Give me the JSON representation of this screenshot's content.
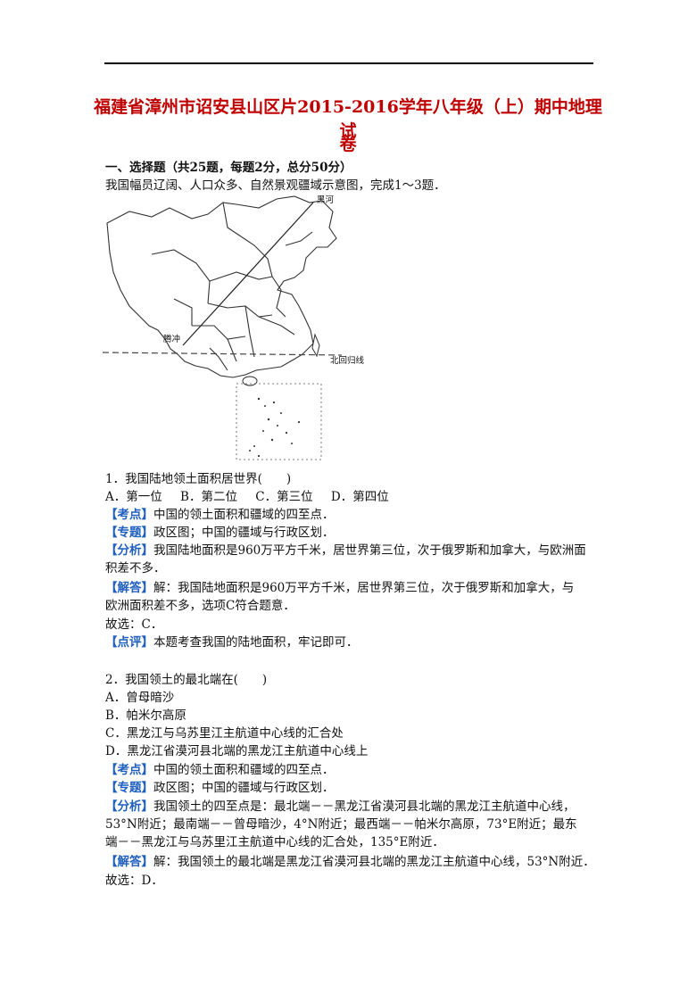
{
  "title": {
    "line1": "福建省漳州市诏安县山区片2015-2016学年八年级（上）期中地理试",
    "line2": "卷"
  },
  "section": "一、选择题（共25题，每题2分，总分50分）",
  "intro": "我国幅员辽阔、人口众多、自然景观疆域示意图，完成1～3题．",
  "map": {
    "label_heihe": "黑河",
    "label_tengchong": "腾冲",
    "label_tropic": "北回归线"
  },
  "q1": {
    "stem": "1．我国陆地领土面积居世界(　　)",
    "options": [
      "A．第一位",
      "B．第二位",
      "C．第三位",
      "D．第四位"
    ],
    "kaodian_tag": "【考点】",
    "kaodian": "中国的领土面积和疆域的四至点．",
    "zhuanti_tag": "【专题】",
    "zhuanti": "政区图；中国的疆域与行政区划．",
    "fenxi_tag": "【分析】",
    "fenxi_1": "我国陆地面积是960万平方千米，居世界第三位，次于俄罗斯和加拿大，与欧洲面",
    "fenxi_2": "积差不多．",
    "jieda_tag": "【解答】",
    "jieda_1": "解：我国陆地面积是960万平方千米，居世界第三位，次于俄罗斯和加拿大，与",
    "jieda_2": "欧洲面积差不多，选项C符合题意．",
    "answer": "故选：C．",
    "dianping_tag": "【点评】",
    "dianping": "本题考查我国的陆地面积，牢记即可．"
  },
  "q2": {
    "stem": "2．我国领土的最北端在(　　)",
    "opt_a": "A．曾母暗沙",
    "opt_b": "B．帕米尔高原",
    "opt_c": "C．黑龙江与乌苏里江主航道中心线的汇合处",
    "opt_d": "D．黑龙江省漠河县北端的黑龙江主航道中心线上",
    "kaodian_tag": "【考点】",
    "kaodian": "中国的领土面积和疆域的四至点．",
    "zhuanti_tag": "【专题】",
    "zhuanti": "政区图；中国的疆域与行政区划．",
    "fenxi_tag": "【分析】",
    "fenxi_1": "我国领土的四至点是：最北端－－黑龙江省漠河县北端的黑龙江主航道中心线，",
    "fenxi_2": "53°N附近；最南端－－曾母暗沙，4°N附近；最西端－－帕米尔高原，73°E附近；最东",
    "fenxi_3": "端－－黑龙江与乌苏里江主航道中心线的汇合处，135°E附近．",
    "jieda_tag": "【解答】",
    "jieda_1": "解：我国领土的最北端是黑龙江省漠河县北端的黑龙江主航道中心线，53°N附近．",
    "answer": "故选：D．"
  }
}
